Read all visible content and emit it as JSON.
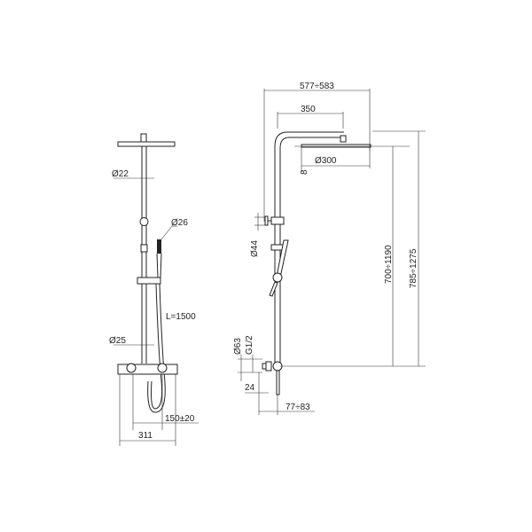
{
  "front_view": {
    "pipe_diameter": "Ø22",
    "hand_shower_diameter": "Ø26",
    "hose_length": "L=1500",
    "lower_pipe_diameter": "Ø25",
    "inlet_spacing": "150±20",
    "mixer_width": "311"
  },
  "side_view": {
    "projection": "577÷583",
    "arm_length": "350",
    "head_diameter": "Ø300",
    "head_thickness": "8",
    "bracket_diameter": "Ø44",
    "height_range_head": "700÷1190",
    "height_range_total": "785÷1275",
    "flange_diameter": "Ø63",
    "thread": "G1/2",
    "connector_length": "24",
    "wall_offset": "77÷83"
  },
  "colors": {
    "line": "#222222",
    "background": "#ffffff"
  }
}
